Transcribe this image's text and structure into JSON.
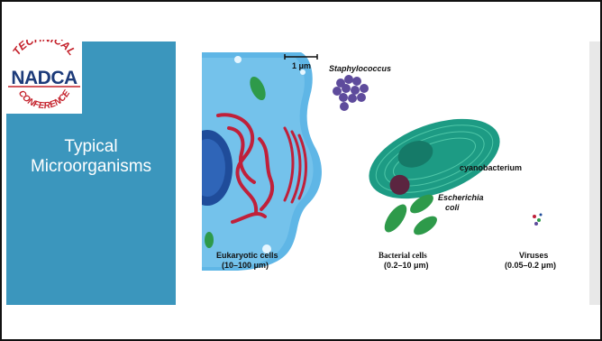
{
  "logo": {
    "top_text": "TECHNICAL",
    "main_text": "NADCA",
    "bottom_text": "CONFERENCE"
  },
  "slide": {
    "title_line1": "Typical",
    "title_line2": "Microorganisms"
  },
  "figure": {
    "scale_bar": "1 μm",
    "staphylococcus": "Staphylococcus",
    "cyanobacterium": "cyanobacterium",
    "escherichia_line1": "Escherichia",
    "escherichia_line2": "coli",
    "eukaryotic_label": "Eukaryotic cells",
    "eukaryotic_range": "(10–100 μm)",
    "bacterial_label": "Bacterial cells",
    "bacterial_range": "(0.2–10 μm)",
    "viruses_label": "Viruses",
    "viruses_range": "(0.05–0.2 μm)"
  },
  "colors": {
    "panel": "#3b96bd",
    "cell_blue": "#5fb6e6",
    "bacteria_green": "#1d9b84",
    "ecoli_green": "#2e9a4a",
    "staph_purple": "#5e4b9c",
    "golgi_red": "#c0203a"
  }
}
